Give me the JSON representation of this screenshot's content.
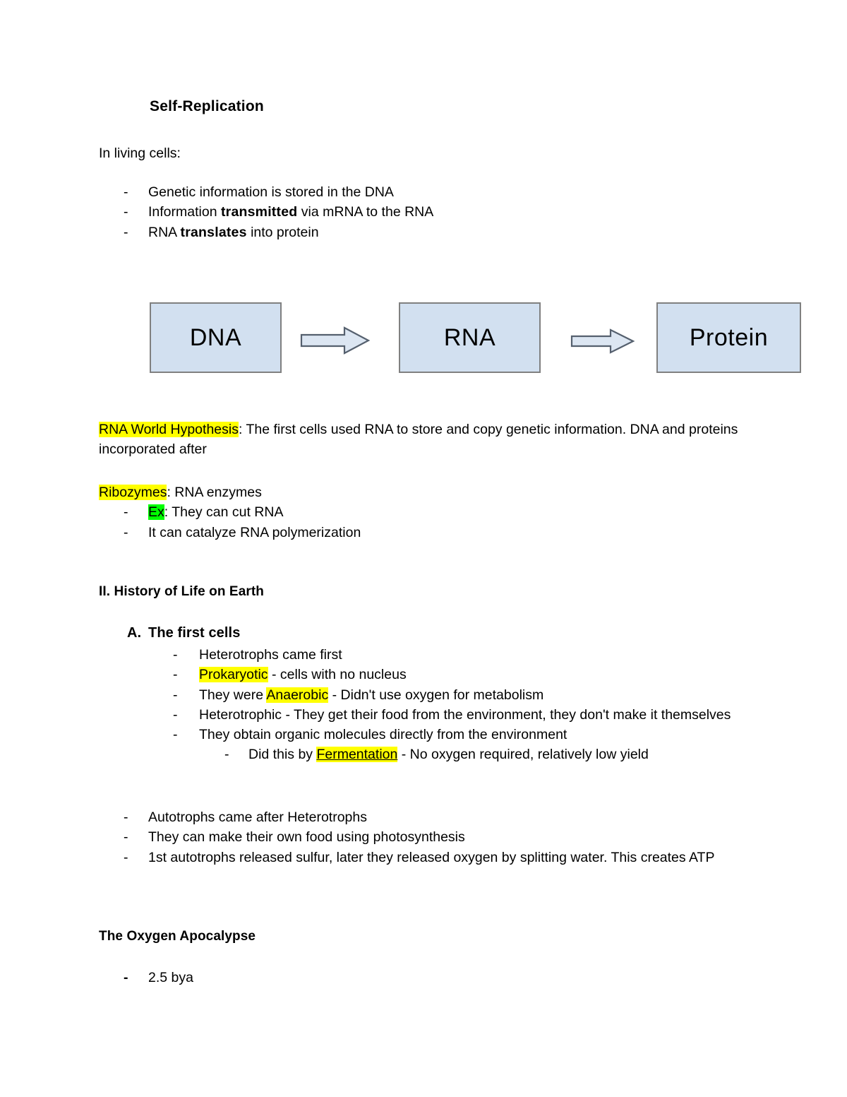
{
  "document": {
    "title": "Self-Replication",
    "intro": "In living cells:",
    "intro_bullets": [
      {
        "pre": "Genetic information is stored in the DNA",
        "bold": "",
        "post": ""
      },
      {
        "pre": "Information ",
        "bold": "transmitted",
        "post": " via mRNA to the RNA"
      },
      {
        "pre": "RNA ",
        "bold": "translates",
        "post": " into protein"
      }
    ],
    "diagram": {
      "nodes": [
        {
          "label": "DNA"
        },
        {
          "label": "RNA"
        },
        {
          "label": "Protein"
        }
      ],
      "arrows": [
        {
          "name": "arrow-dna-to-rna"
        },
        {
          "name": "arrow-rna-to-protein"
        }
      ],
      "node_fill": "#d2e0f0",
      "node_border": "#808080",
      "arrow_fill": "#dce6f2",
      "arrow_border": "#55606e"
    },
    "rna_world": {
      "term": "RNA World Hypothesis",
      "body": ": The first cells used RNA to store and copy genetic information. DNA and proteins incorporated after"
    },
    "ribozymes": {
      "term": "Ribozymes",
      "body": ": RNA enzymes",
      "bullets": [
        {
          "hl_green": "Ex",
          "rest": ": They can cut RNA"
        },
        {
          "hl_green": "",
          "rest": "It can catalyze RNA polymerization"
        }
      ]
    },
    "section_ii": {
      "heading": "II. History of Life on Earth",
      "sub_a": {
        "letter": "A.",
        "title": "The first cells",
        "bullets": [
          {
            "pre": "Heterotrophs came first",
            "hl": "",
            "post": ""
          },
          {
            "pre": "",
            "hl": "Prokaryotic",
            "post": " - cells with no nucleus"
          },
          {
            "pre": "They were ",
            "hl": "Anaerobic",
            "post": " - Didn't use oxygen for metabolism"
          },
          {
            "pre": "Heterotrophic - They get their food from the environment, they don't make it themselves",
            "hl": "",
            "post": ""
          },
          {
            "pre": "They obtain organic molecules directly from the environment",
            "hl": "",
            "post": ""
          }
        ],
        "nested_bullet": {
          "pre": "Did this by ",
          "hl": "Fermentation",
          "post": " - No oxygen required, relatively low yield"
        }
      },
      "autotroph_bullets": [
        "Autotrophs came after Heterotrophs",
        "They can make their own food using photosynthesis",
        "1st autotrophs released sulfur, later they released oxygen by splitting water. This creates ATP"
      ]
    },
    "oxygen_apocalypse": {
      "heading": "The Oxygen Apocalypse",
      "bullets": [
        "2.5 bya"
      ]
    },
    "marks": {
      "dash": "-",
      "highlight_yellow": "#ffff00",
      "highlight_green": "#00ff00"
    }
  }
}
